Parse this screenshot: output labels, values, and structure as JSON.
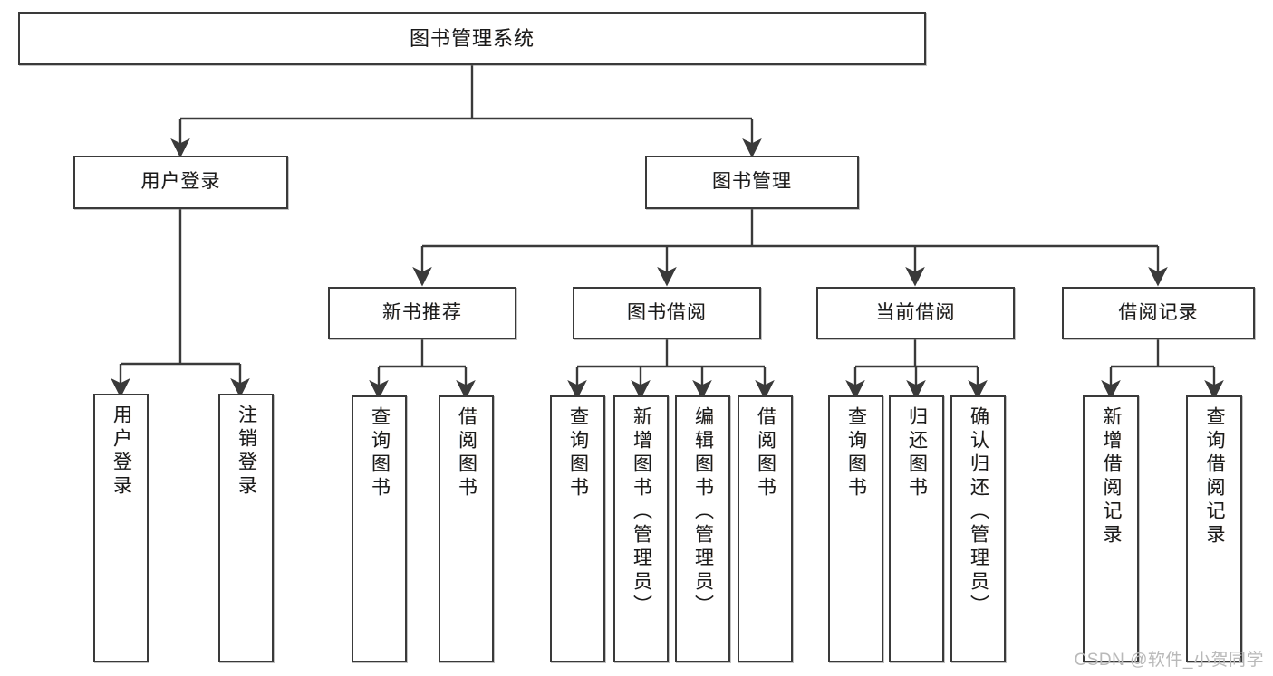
{
  "diagram": {
    "title": "图书管理系统",
    "watermark": "CSDN @软件_小贺同学",
    "stroke_color": "#3a3a3a",
    "fill_color": "#ffffff",
    "text_color": "#1a1a1a",
    "watermark_color": "#b9b9b9"
  },
  "nodes": {
    "root": {
      "label": "图书管理系统"
    },
    "level2": [
      {
        "label": "用户登录"
      },
      {
        "label": "图书管理"
      }
    ],
    "level3": [
      {
        "label": "新书推荐"
      },
      {
        "label": "图书借阅"
      },
      {
        "label": "当前借阅"
      },
      {
        "label": "借阅记录"
      }
    ],
    "leaves": {
      "user_login": [
        {
          "label": "用户登录"
        },
        {
          "label": "注销登录"
        }
      ],
      "new_book_recommend": [
        {
          "label": "查询图书"
        },
        {
          "label": "借阅图书"
        }
      ],
      "book_borrow": [
        {
          "label": "查询图书"
        },
        {
          "label": "新增图书（管理员）"
        },
        {
          "label": "编辑图书（管理员）"
        },
        {
          "label": "借阅图书"
        }
      ],
      "current_borrow": [
        {
          "label": "查询图书"
        },
        {
          "label": "归还图书"
        },
        {
          "label": "确认归还（管理员）"
        }
      ],
      "borrow_record": [
        {
          "label": "新增借阅记录"
        },
        {
          "label": "查询借阅记录"
        }
      ]
    }
  },
  "structure": {
    "hierarchy_description": "图书管理系统 → 用户登录 / 图书管理 → 新书推荐, 图书借阅, 当前借阅, 借阅记录 → 叶节点功能"
  }
}
